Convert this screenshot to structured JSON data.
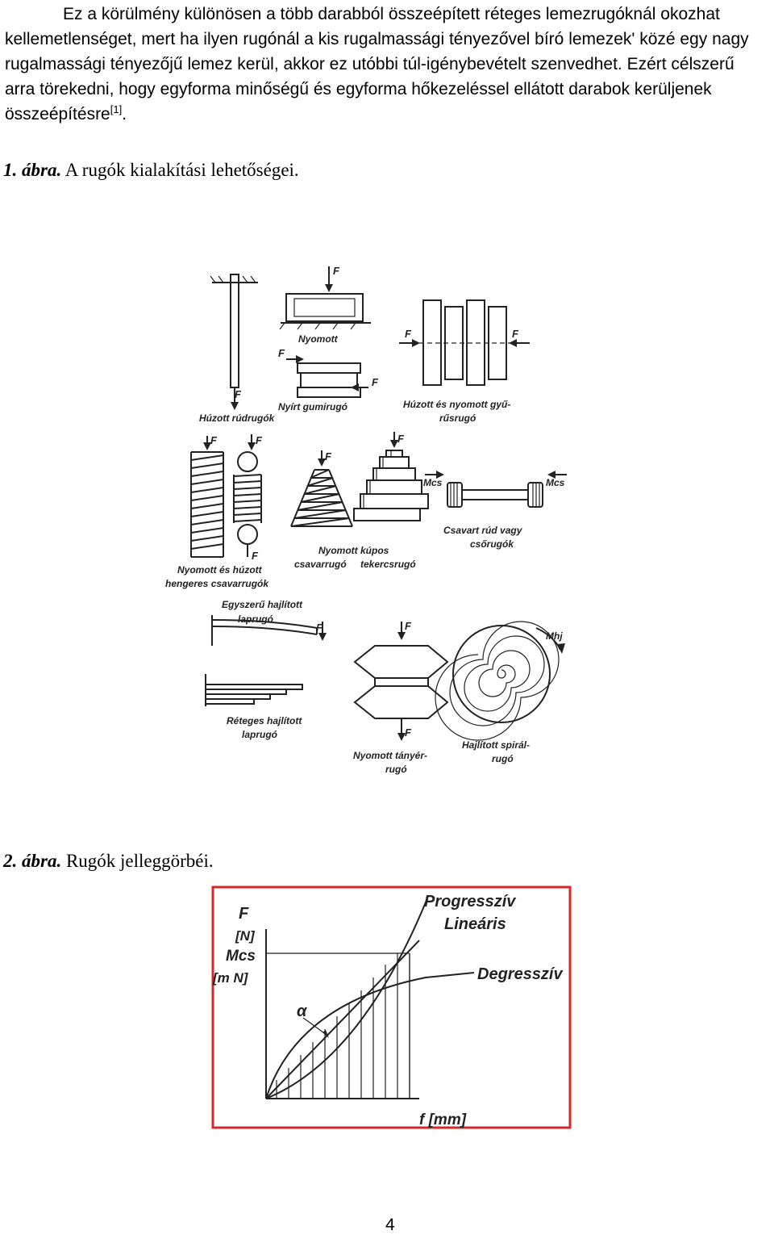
{
  "paragraph": {
    "text": "Ez a körülmény különösen a több darabból összeépített réteges lemezrugóknál okozhat kellemetlenséget, mert ha ilyen rugónál a kis rugalmassági tényezővel bíró lemezek' közé egy nagy rugalmassági tényezőjű lemez kerül, akkor ez utóbbi túl-igénybevételt szenvedhet. Ezért célszerű arra törekedni, hogy egyforma minőségű és egyforma hőkezeléssel ellátott darabok kerüljenek összeépítésre",
    "ref": "[1]",
    "end": "."
  },
  "figure1": {
    "number": "1. ábra.",
    "caption": "A rugók kialakítási lehetőségei.",
    "force": "F",
    "torque": "Mcs",
    "bending_moment": "Mhj",
    "labels": {
      "huzott_rudrugok": "Húzott rúdrugók",
      "nyomott": "Nyomott",
      "nyirt_gumirugo": "Nyírt gumirugó",
      "huzott_nyomott_gyurusrugo_1": "Húzott és nyomott gyű-",
      "huzott_nyomott_gyurusrugo_2": "rűsrugó",
      "hengeres_1": "Nyomott és húzott",
      "hengeres_2": "hengeres csavarrugók",
      "kupos_1": "Nyomott kúpos",
      "kupos_2": "csavarrugó",
      "tekercsrugo": "tekercsrugó",
      "csavart_1": "Csavart rúd vagy",
      "csavart_2": "csőrugók",
      "egyszeru_1": "Egyszerű hajlított",
      "egyszeru_2": "laprugó",
      "reteges_1": "Réteges hajlított",
      "reteges_2": "laprugó",
      "tanyer_1": "Nyomott tányér-",
      "tanyer_2": "rugó",
      "spiral_1": "Hajlított spirál-",
      "spiral_2": "rugó"
    }
  },
  "figure2": {
    "number": "2. ábra.",
    "caption": "Rugók jelleggörbéi.",
    "frame_color": "#d62828",
    "y_label": [
      "F",
      "[N]",
      "Mcs",
      "[m N]"
    ],
    "x_label": "f [mm]",
    "angle": "α",
    "curves": [
      "Progresszív",
      "Lineáris",
      "Degresszív"
    ]
  },
  "page_number": "4"
}
